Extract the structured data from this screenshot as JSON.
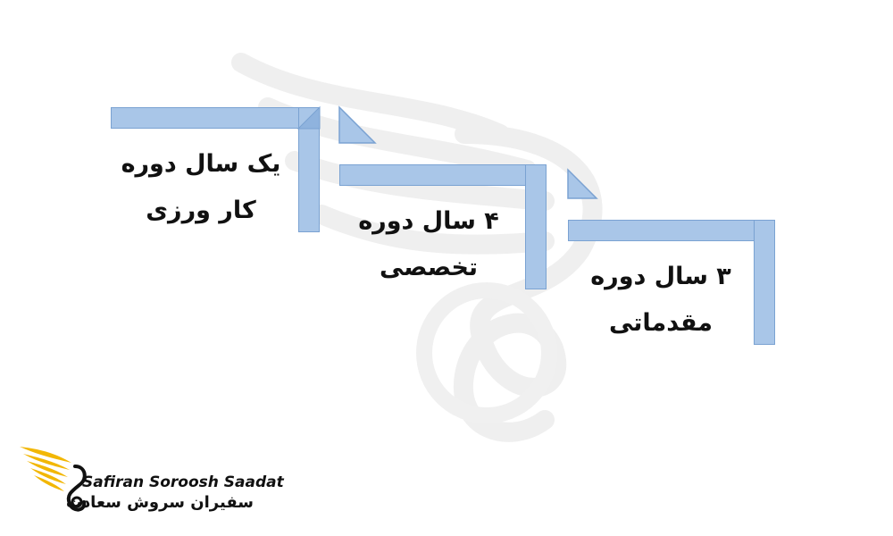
{
  "steps": [
    {
      "line1": "یک سال دوره",
      "line2": "کار ورزی"
    },
    {
      "line1": "۴ سال دوره",
      "line2": "تخصصی"
    },
    {
      "line1": "۳ سال دوره",
      "line2": "مقدماتی"
    }
  ],
  "logo": {
    "latin": "Safiran Soroosh Saadat",
    "persian": "سفیران سروش سعادت"
  },
  "colors": {
    "bar_fill": "#a9c6e8",
    "bar_stroke": "#7aa2d2",
    "logo_gold": "#f2b705",
    "watermark": "#ececec"
  }
}
